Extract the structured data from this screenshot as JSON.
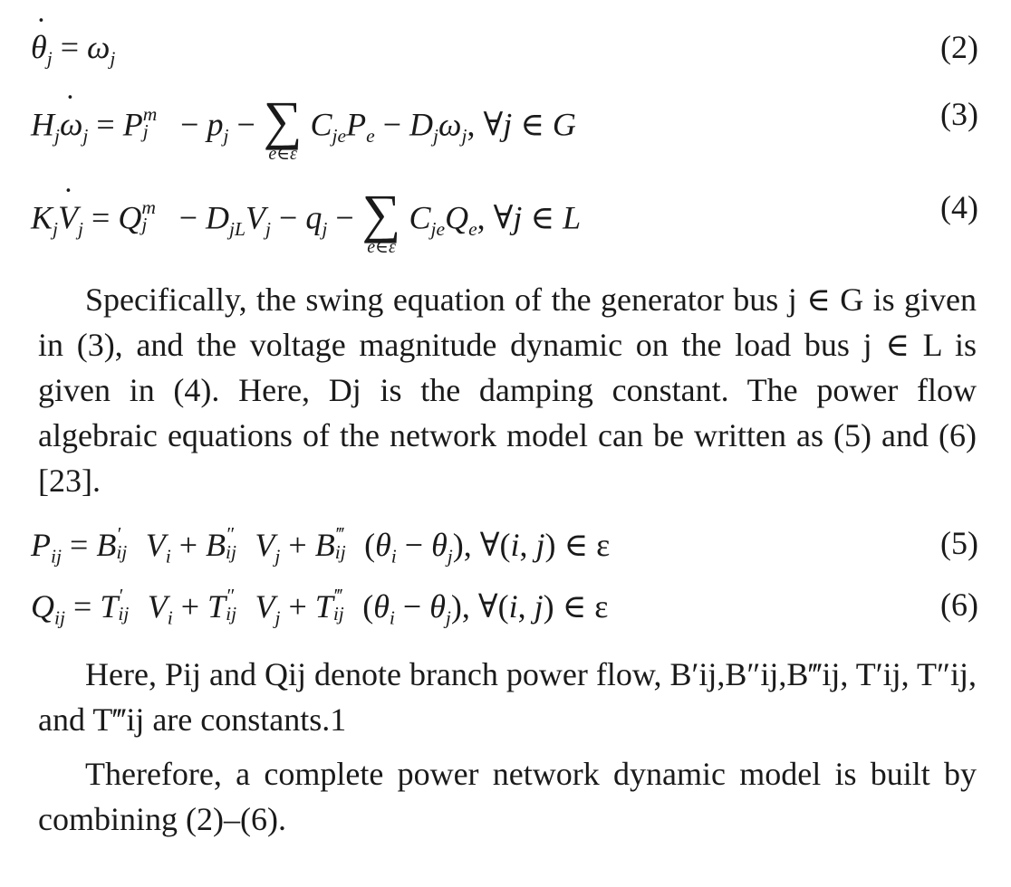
{
  "equations": [
    {
      "id": "eq2",
      "number": "(2)"
    },
    {
      "id": "eq3",
      "number": "(3)",
      "sum_limit": "e∈ε"
    },
    {
      "id": "eq4",
      "number": "(4)",
      "sum_limit": "e∈ε"
    },
    {
      "id": "eq5",
      "number": "(5)"
    },
    {
      "id": "eq6",
      "number": "(6)"
    }
  ],
  "paragraphs": {
    "p1": "Specifically, the swing equation of the generator bus j ∈ G is given in (3), and the voltage magnitude dynamic on the load bus j ∈ L is given in (4). Here, Dj is the damping constant. The power flow algebraic equations of the network model can be written as (5) and (6) [23].",
    "p2": "Here, Pij and Qij denote branch power flow, B′ij,B″ij,B‴ij, T′ij, T″ij, and T‴ij are constants.1",
    "p3": "Therefore, a complete power network dynamic model is built by combining (2)–(6)."
  }
}
